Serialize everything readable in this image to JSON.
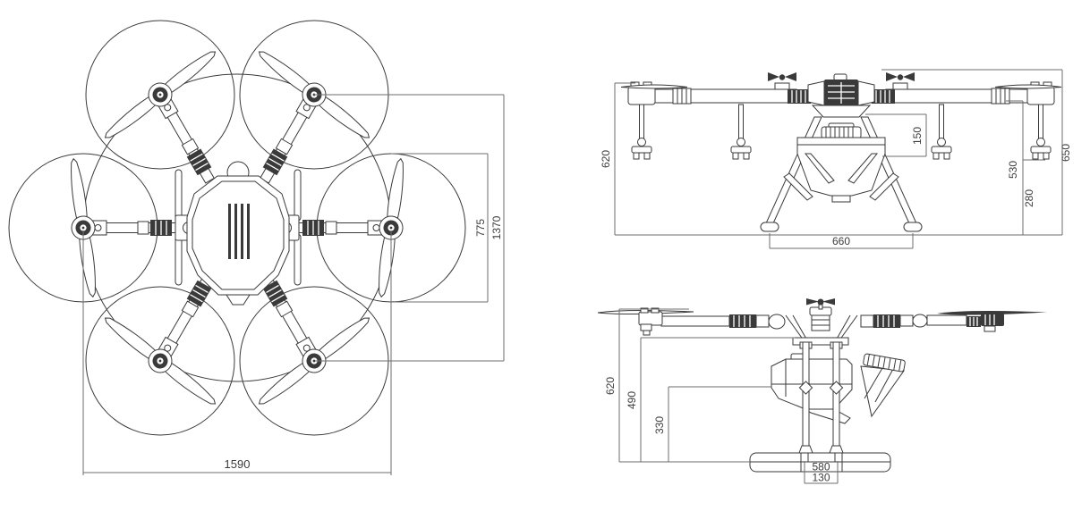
{
  "drawing": {
    "background": "#ffffff",
    "line_color": "#3a3a3a",
    "dim_line_color": "#6e6e6e",
    "views": {
      "top_view": {
        "dims": {
          "overall_width": "1590",
          "rotor_diameter": "775",
          "motor_span": "1370"
        }
      },
      "front_view": {
        "dims": {
          "rotor_plane_height": "620",
          "tank_clearance": "150",
          "arm_clearance": "530",
          "nozzle_clearance": "280",
          "overall_height": "650",
          "leg_track": "660"
        }
      },
      "side_view": {
        "dims": {
          "rotor_plane_height": "620",
          "frame_height": "490",
          "tank_line_height": "330",
          "skid_length": "580",
          "rail_gap": "130"
        }
      }
    }
  }
}
